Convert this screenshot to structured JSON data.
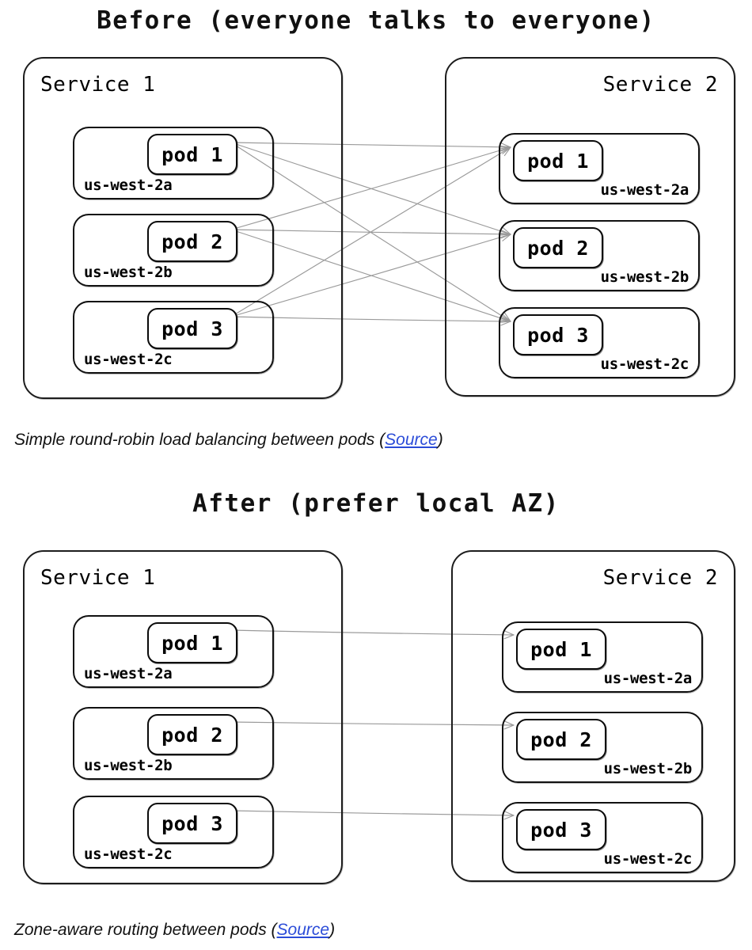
{
  "page": {
    "background": "#ffffff",
    "line_color": "#9a9a9a",
    "link_color": "#2b4cd8",
    "stroke_color": "#111111"
  },
  "diagrams": [
    {
      "id": "before",
      "title": "Before (everyone talks to everyone)",
      "caption_text": "Simple round-robin load balancing between pods (",
      "caption_link": "Source",
      "caption_tail": ")",
      "routing": "full-mesh",
      "services": [
        {
          "name": "Service 1",
          "side": "left",
          "zones": [
            {
              "pod": "pod 1",
              "az": "us-west-2a"
            },
            {
              "pod": "pod 2",
              "az": "us-west-2b"
            },
            {
              "pod": "pod 3",
              "az": "us-west-2c"
            }
          ]
        },
        {
          "name": "Service 2",
          "side": "right",
          "zones": [
            {
              "pod": "pod 1",
              "az": "us-west-2a"
            },
            {
              "pod": "pod 2",
              "az": "us-west-2b"
            },
            {
              "pod": "pod 3",
              "az": "us-west-2c"
            }
          ]
        }
      ],
      "connections": [
        {
          "from": 0,
          "to": 0
        },
        {
          "from": 0,
          "to": 1
        },
        {
          "from": 0,
          "to": 2
        },
        {
          "from": 1,
          "to": 0
        },
        {
          "from": 1,
          "to": 1
        },
        {
          "from": 1,
          "to": 2
        },
        {
          "from": 2,
          "to": 0
        },
        {
          "from": 2,
          "to": 1
        },
        {
          "from": 2,
          "to": 2
        }
      ]
    },
    {
      "id": "after",
      "title": "After (prefer local AZ)",
      "caption_text": "Zone-aware routing between pods (",
      "caption_link": "Source",
      "caption_tail": ")",
      "routing": "zone-local",
      "services": [
        {
          "name": "Service 1",
          "side": "left",
          "zones": [
            {
              "pod": "pod 1",
              "az": "us-west-2a"
            },
            {
              "pod": "pod 2",
              "az": "us-west-2b"
            },
            {
              "pod": "pod 3",
              "az": "us-west-2c"
            }
          ]
        },
        {
          "name": "Service 2",
          "side": "right",
          "zones": [
            {
              "pod": "pod 1",
              "az": "us-west-2a"
            },
            {
              "pod": "pod 2",
              "az": "us-west-2b"
            },
            {
              "pod": "pod 3",
              "az": "us-west-2c"
            }
          ]
        }
      ],
      "connections": [
        {
          "from": 0,
          "to": 0
        },
        {
          "from": 1,
          "to": 1
        },
        {
          "from": 2,
          "to": 2
        }
      ]
    }
  ]
}
